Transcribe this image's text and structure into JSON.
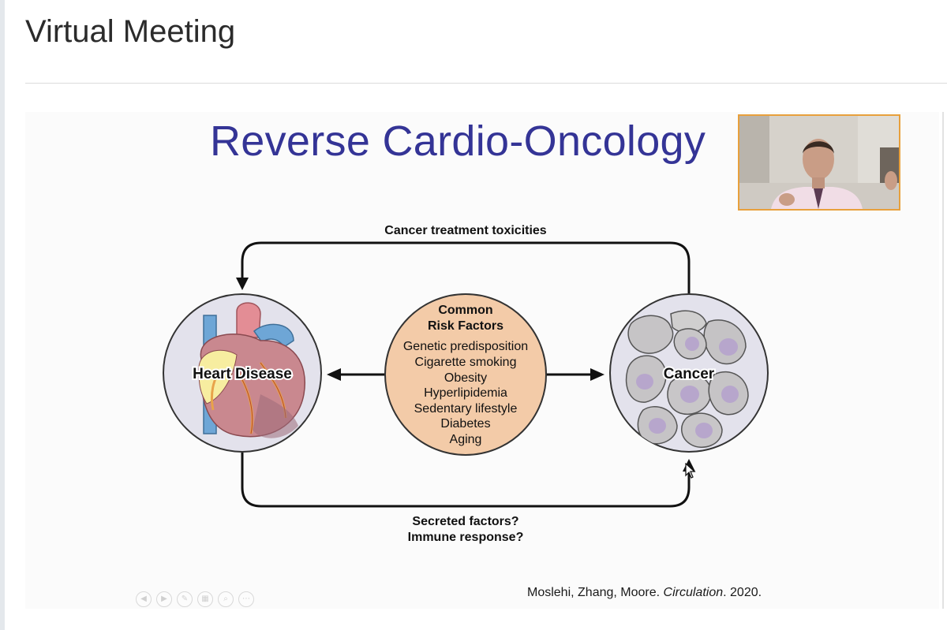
{
  "header": {
    "title": "Virtual Meeting"
  },
  "slide": {
    "title": "Reverse Cardio-Oncology",
    "top_arrow_label": "Cancer treatment toxicities",
    "bottom_arrow_label_1": "Secreted factors?",
    "bottom_arrow_label_2": "Immune response?",
    "left_node": {
      "label": "Heart Disease",
      "icon": "heart-illustration-icon"
    },
    "right_node": {
      "label": "Cancer",
      "icon": "cancer-cells-icon"
    },
    "center_node": {
      "heading_1": "Common",
      "heading_2": "Risk Factors",
      "items": [
        "Genetic predisposition",
        "Cigarette smoking",
        "Obesity",
        "Hyperlipidemia",
        "Sedentary lifestyle",
        "Diabetes",
        "Aging"
      ]
    },
    "citation": {
      "authors": "Moslehi, Zhang, Moore.",
      "journal": "Circulation",
      "year": ". 2020."
    }
  },
  "toolbar": {
    "buttons": [
      {
        "icon": "previous-icon",
        "glyph": "◀"
      },
      {
        "icon": "next-icon",
        "glyph": "▶"
      },
      {
        "icon": "pen-icon",
        "glyph": "✎"
      },
      {
        "icon": "slides-grid-icon",
        "glyph": "▦"
      },
      {
        "icon": "zoom-icon",
        "glyph": "⌕"
      },
      {
        "icon": "more-icon",
        "glyph": "⋯"
      }
    ]
  },
  "colors": {
    "slide_title": "#343496",
    "pip_border": "#e8a03c",
    "center_circle": "#f3cba8",
    "side_circle": "#e3e2ec"
  }
}
